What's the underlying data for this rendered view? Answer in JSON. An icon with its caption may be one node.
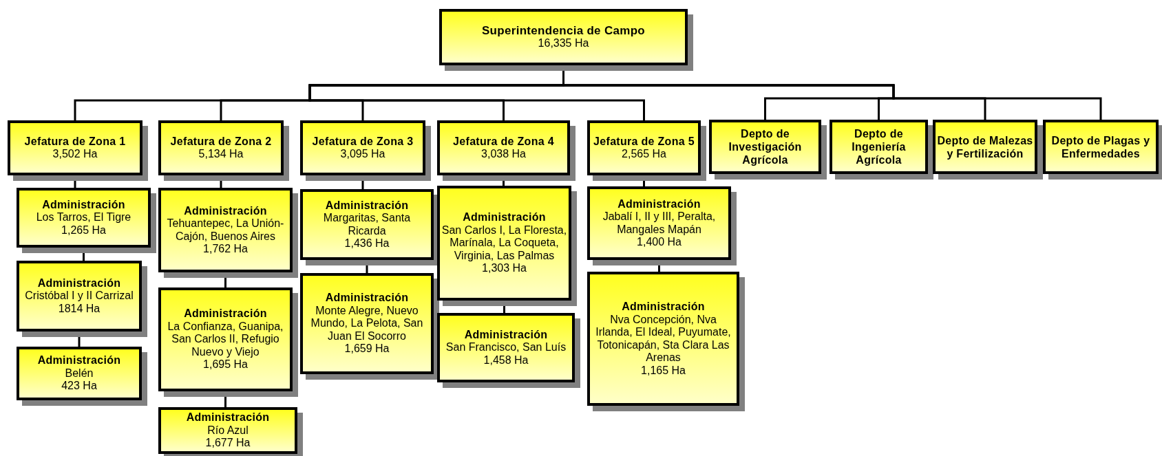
{
  "diagram": {
    "nodes": [
      {
        "text": [
          "Superintendencia de Campo",
          "16,335 Ha"
        ]
      },
      {
        "text": [
          "Jefatura de Zona 1",
          "3,502 Ha"
        ]
      },
      {
        "text": [
          "Jefatura de Zona 2",
          "5,134 Ha"
        ]
      },
      {
        "text": [
          "Jefatura de Zona 3",
          "3,095 Ha"
        ]
      },
      {
        "text": [
          "Jefatura de Zona 4",
          "3,038 Ha"
        ]
      },
      {
        "text": [
          "Jefatura de Zona 5",
          "2,565 Ha"
        ]
      },
      {
        "text": [
          "Depto de Investigación Agrícola"
        ]
      },
      {
        "text": [
          "Depto de Ingeniería Agrícola"
        ]
      },
      {
        "text": [
          "Depto de Malezas y Fertilización"
        ]
      },
      {
        "text": [
          "Depto de Plagas y Enfermedades"
        ]
      },
      {
        "text": [
          "Administración",
          "Los Tarros, El Tigre",
          "1,265 Ha"
        ]
      },
      {
        "text": [
          "Administración",
          "Cristóbal I y II Carrizal",
          "1814 Ha"
        ]
      },
      {
        "text": [
          "Administración",
          "Belén",
          "423 Ha"
        ]
      },
      {
        "text": [
          "Administración",
          "Tehuantepec, La Unión-Cajón, Buenos Aires",
          "1,762 Ha"
        ]
      },
      {
        "text": [
          "Administración",
          "La Confianza, Guanipa, San Carlos II, Refugio Nuevo y Viejo",
          "1,695 Ha"
        ]
      },
      {
        "text": [
          "Administración",
          "Río Azul",
          "1,677 Ha"
        ]
      },
      {
        "text": [
          "Administración",
          "Margaritas, Santa Ricarda",
          "1,436 Ha"
        ]
      },
      {
        "text": [
          "Administración",
          "Monte Alegre, Nuevo Mundo, La Pelota, San Juan El Socorro",
          "1,659 Ha"
        ]
      },
      {
        "text": [
          "Administración",
          "San Carlos I, La Floresta, Marínala, La Coqueta, Virginia, Las Palmas",
          "1,303 Ha"
        ]
      },
      {
        "text": [
          "Administración",
          "San Francisco, San Luís",
          "1,458 Ha"
        ]
      },
      {
        "text": [
          "Administración",
          "Jabalí I, II y III, Peralta, Mangales Mapán",
          "1,400 Ha"
        ]
      },
      {
        "text": [
          "Administración",
          "Nva Concepción, Nva Irlanda, El Ideal, Puyumate, Totonicapán, Sta Clara Las Arenas",
          "1,165 Ha"
        ]
      }
    ],
    "edges": [
      {
        "from": 0,
        "to": 1,
        "arrow": "none"
      },
      {
        "from": 0,
        "to": 2,
        "arrow": "none"
      },
      {
        "from": 0,
        "to": 3,
        "arrow": "none"
      },
      {
        "from": 0,
        "to": 4,
        "arrow": "none"
      },
      {
        "from": 0,
        "to": 5,
        "arrow": "none"
      },
      {
        "from": 0,
        "to": 6,
        "arrow": "none"
      },
      {
        "from": 0,
        "to": 7,
        "arrow": "none"
      },
      {
        "from": 0,
        "to": 8,
        "arrow": "none"
      },
      {
        "from": 0,
        "to": 9,
        "arrow": "none"
      },
      {
        "from": 1,
        "to": 10,
        "arrow": "none"
      },
      {
        "from": 10,
        "to": 11,
        "arrow": "none"
      },
      {
        "from": 11,
        "to": 12,
        "arrow": "none"
      },
      {
        "from": 2,
        "to": 13,
        "arrow": "none"
      },
      {
        "from": 13,
        "to": 14,
        "arrow": "none"
      },
      {
        "from": 14,
        "to": 15,
        "arrow": "none"
      },
      {
        "from": 3,
        "to": 16,
        "arrow": "none"
      },
      {
        "from": 16,
        "to": 17,
        "arrow": "none"
      },
      {
        "from": 4,
        "to": 18,
        "arrow": "none"
      },
      {
        "from": 18,
        "to": 19,
        "arrow": "none"
      },
      {
        "from": 5,
        "to": 20,
        "arrow": "none"
      },
      {
        "from": 20,
        "to": 21,
        "arrow": "none"
      }
    ]
  }
}
